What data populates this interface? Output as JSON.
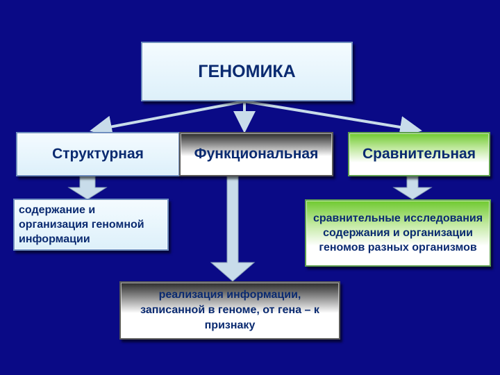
{
  "title": "ГЕНОМИКА",
  "branches": [
    {
      "label": "Структурная",
      "description": "содержание и организация геномной информации"
    },
    {
      "label": "Функциональная",
      "description": "реализация информации, записанной в геноме, от гена – к признаку"
    },
    {
      "label": "Сравнительная",
      "description": "сравнительные исследования содержания и организации геномов разных организмов"
    }
  ],
  "colors": {
    "background": "#0a0a86",
    "box_fill": "#e6f4fb",
    "arrow": "#c8dcea",
    "text": "#0a2a70"
  }
}
